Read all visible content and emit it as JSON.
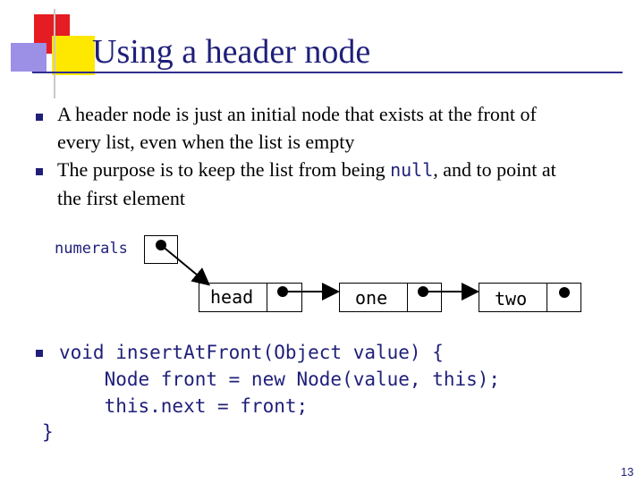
{
  "slide": {
    "title": "Using a header node",
    "bullets": [
      {
        "text_lines": [
          "A header node is just an initial node that exists at the front of",
          "every list, even when the list is empty"
        ]
      },
      {
        "line1_before": "The purpose is to keep the list from being ",
        "line1_code": "null",
        "line1_after": ", and to point at",
        "line2": "the first element"
      }
    ],
    "page_number": "13",
    "accent_colors": {
      "red": "#e51c23",
      "yellow": "#ffe800",
      "purple": "#9c8fe6",
      "title": "#1f1f7a"
    }
  },
  "diagram": {
    "variable_label": "numerals",
    "nodes": [
      {
        "label": "head"
      },
      {
        "label": "one"
      },
      {
        "label": "two"
      }
    ]
  },
  "code": {
    "lines": [
      "void insertAtFront(Object value) {",
      "    Node front = new Node(value, this);",
      "    this.next = front;",
      "}"
    ]
  }
}
